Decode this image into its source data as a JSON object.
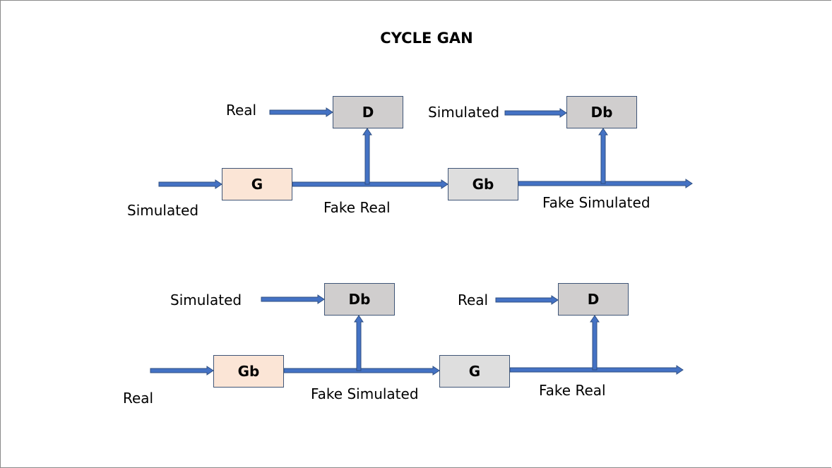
{
  "title": "CYCLE GAN",
  "colors": {
    "arrow": "#4472c4",
    "arrow_outline": "#2f4f82",
    "generator_first": "#fbe5d6",
    "generator_second": "#dedede",
    "discriminator": "#d0cece"
  },
  "top_row": {
    "input_label": "Simulated",
    "generator_1": "G",
    "mid_label": "Fake Real",
    "discriminator_1_input": "Real",
    "discriminator_1": "D",
    "generator_2": "Gb",
    "end_label": "Fake Simulated",
    "discriminator_2_input": "Simulated",
    "discriminator_2": "Db"
  },
  "bottom_row": {
    "input_label": "Real",
    "generator_1": "Gb",
    "mid_label": "Fake Simulated",
    "discriminator_1_input": "Simulated",
    "discriminator_1": "Db",
    "generator_2": "G",
    "end_label": "Fake Real",
    "discriminator_2_input": "Real",
    "discriminator_2": "D"
  }
}
